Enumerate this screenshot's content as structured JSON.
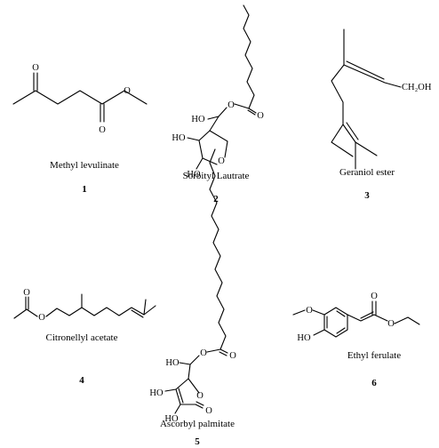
{
  "compounds": [
    {
      "name": "Methyl levulinate",
      "number": "1",
      "atoms": {
        "o_keto": "O",
        "o_ester": "O",
        "o_carbonyl": "O"
      }
    },
    {
      "name": "Sorbityl Lautrate",
      "number": "2",
      "atoms": {
        "ho1": "HO",
        "ho2": "HO",
        "ho3": "HO",
        "o_ring": "O",
        "o_ester": "O",
        "o_carbonyl": "O"
      }
    },
    {
      "name": "Geraniol ester",
      "number": "3",
      "atoms": {
        "ch2oh": "CH₂OH"
      }
    },
    {
      "name": "Citronellyl acetate",
      "number": "4",
      "atoms": {
        "o_carbonyl": "O",
        "o_ester": "O"
      }
    },
    {
      "name": "Ascorbyl palmitate",
      "number": "5",
      "atoms": {
        "ho1": "HO",
        "ho2": "HO",
        "ho3": "HO",
        "o_ring": "O",
        "o_lactone": "O",
        "o_ester": "O",
        "o_carbonyl": "O"
      }
    },
    {
      "name": "Ethyl ferulate",
      "number": "6",
      "atoms": {
        "o_methoxy": "O",
        "ho": "HO",
        "o_ester": "O",
        "o_carbonyl": "O"
      }
    }
  ]
}
